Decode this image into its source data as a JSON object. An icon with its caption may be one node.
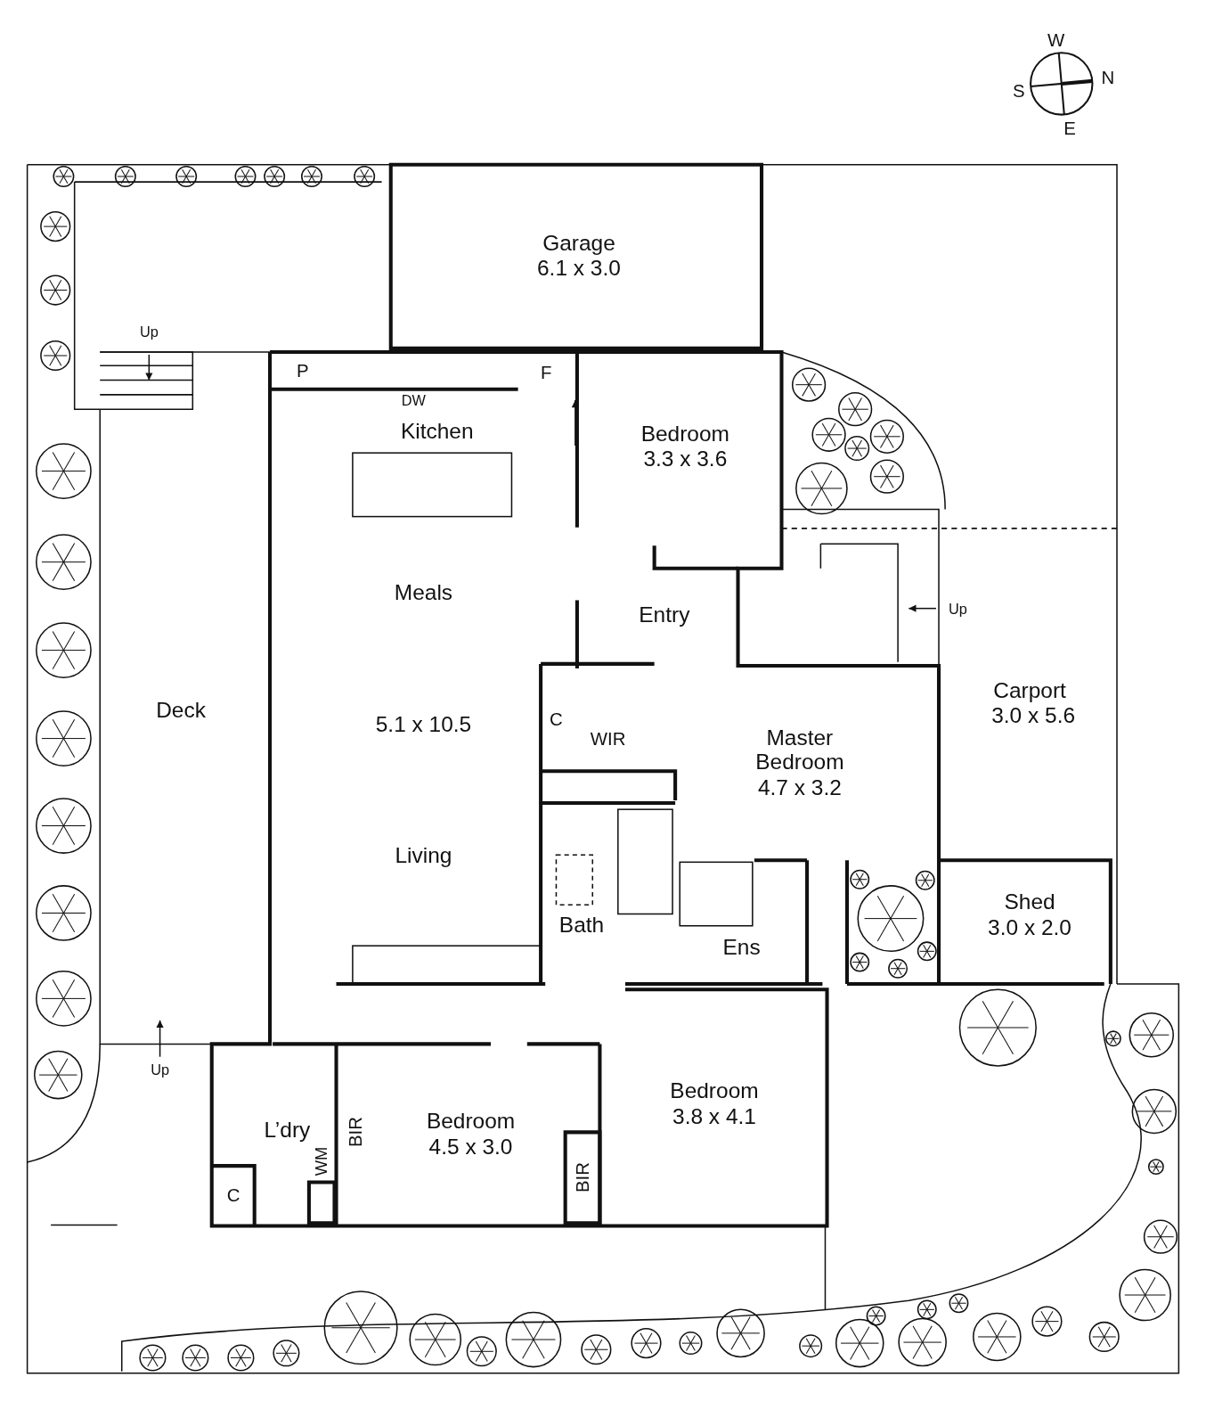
{
  "diagram": {
    "labels": [
      "W",
      "S",
      "N",
      "E",
      "Up",
      "Garage",
      "6.1 x 3.0",
      "P",
      "DW",
      "F",
      "Kitchen",
      "Bedroom",
      "3.3 x 3.6",
      "Meals",
      "Entry",
      "Up",
      "Deck",
      "C",
      "WIR",
      "Carport",
      "3.0 x 5.6",
      "5.1 x 10.5",
      "Master Bedroom",
      "4.7 x 3.2",
      "Living",
      "Shed",
      "3.0 x 2.0",
      "Bath",
      "Ens",
      "Up",
      "Bedroom",
      "3.8 x 4.1",
      "L’dry",
      "BIR",
      "Bedroom",
      "4.5 x 3.0",
      "WM",
      "C",
      "BIR"
    ]
  }
}
